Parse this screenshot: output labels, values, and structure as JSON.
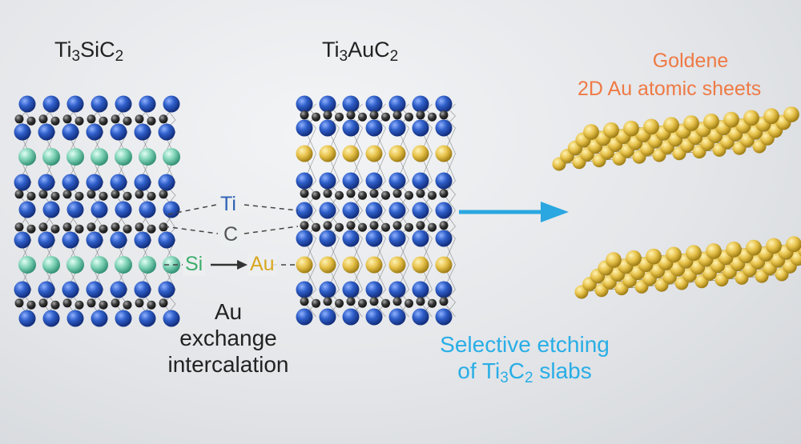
{
  "labels": {
    "ti3sic2": {
      "pre": "Ti",
      "sub1": "3",
      "mid": "SiC",
      "sub2": "2"
    },
    "ti3auc2": {
      "pre": "Ti",
      "sub1": "3",
      "mid": "AuC",
      "sub2": "2"
    },
    "goldene_title": "Goldene",
    "goldene_subtitle": "2D Au atomic sheets",
    "ti_label": "Ti",
    "c_label": "C",
    "si_label": "Si",
    "au_label": "Au",
    "exchange_line1": "Au",
    "exchange_line2": "exchange",
    "exchange_line3": "intercalation",
    "etching_line1": "Selective etching",
    "etching_line2": {
      "pre": "of Ti",
      "sub1": "3",
      "mid": "C",
      "sub2": "2",
      "post": " slabs"
    }
  },
  "colors": {
    "ti_atom": "#2f5fc9",
    "c_atom": "#3a3a3a",
    "si_atom": "#7fd2b6",
    "au_atom": "#e7c24a",
    "ti_label": "#2d62b4",
    "c_label": "#555555",
    "si_label": "#3fae6c",
    "au_label": "#d8a820",
    "goldene_text": "#ef7a45",
    "etching_text": "#29aee6",
    "etch_arrow": "#2aa7e0",
    "body_text": "#222222"
  }
}
